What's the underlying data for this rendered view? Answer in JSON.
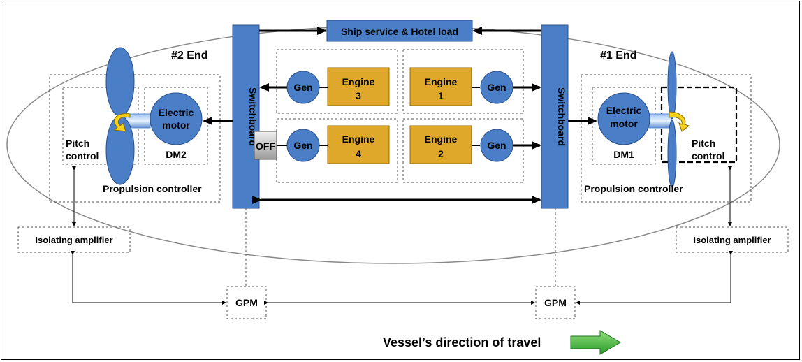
{
  "diagram": {
    "ends": {
      "left": {
        "title": "#2 End",
        "motor_label_line1": "Electric",
        "motor_label_line2": "motor",
        "motor_id": "DM2",
        "pitch_line1": "Pitch",
        "pitch_line2": "control",
        "controller": "Propulsion controller",
        "amplifier": "Isolating amplifier"
      },
      "right": {
        "title": "#1 End",
        "motor_label_line1": "Electric",
        "motor_label_line2": "motor",
        "motor_id": "DM1",
        "pitch_line1": "Pitch",
        "pitch_line2": "control",
        "controller": "Propulsion controller",
        "amplifier": "Isolating amplifier"
      }
    },
    "ship_service": "Ship service & Hotel load",
    "switchboard_label": "Switchboard",
    "off_label": "OFF",
    "gen_label": "Gen",
    "engines": [
      {
        "line1": "Engine",
        "line2": "3"
      },
      {
        "line1": "Engine",
        "line2": "1"
      },
      {
        "line1": "Engine",
        "line2": "4"
      },
      {
        "line1": "Engine",
        "line2": "2"
      }
    ],
    "gpm_label": "GPM",
    "direction_label": "Vessel’s direction of travel",
    "colors": {
      "blue": "#4a7fc7",
      "engine": "#e0a82a",
      "arrow_green": "#3cae3c",
      "line": "#000000",
      "dashed": "#555555"
    }
  }
}
